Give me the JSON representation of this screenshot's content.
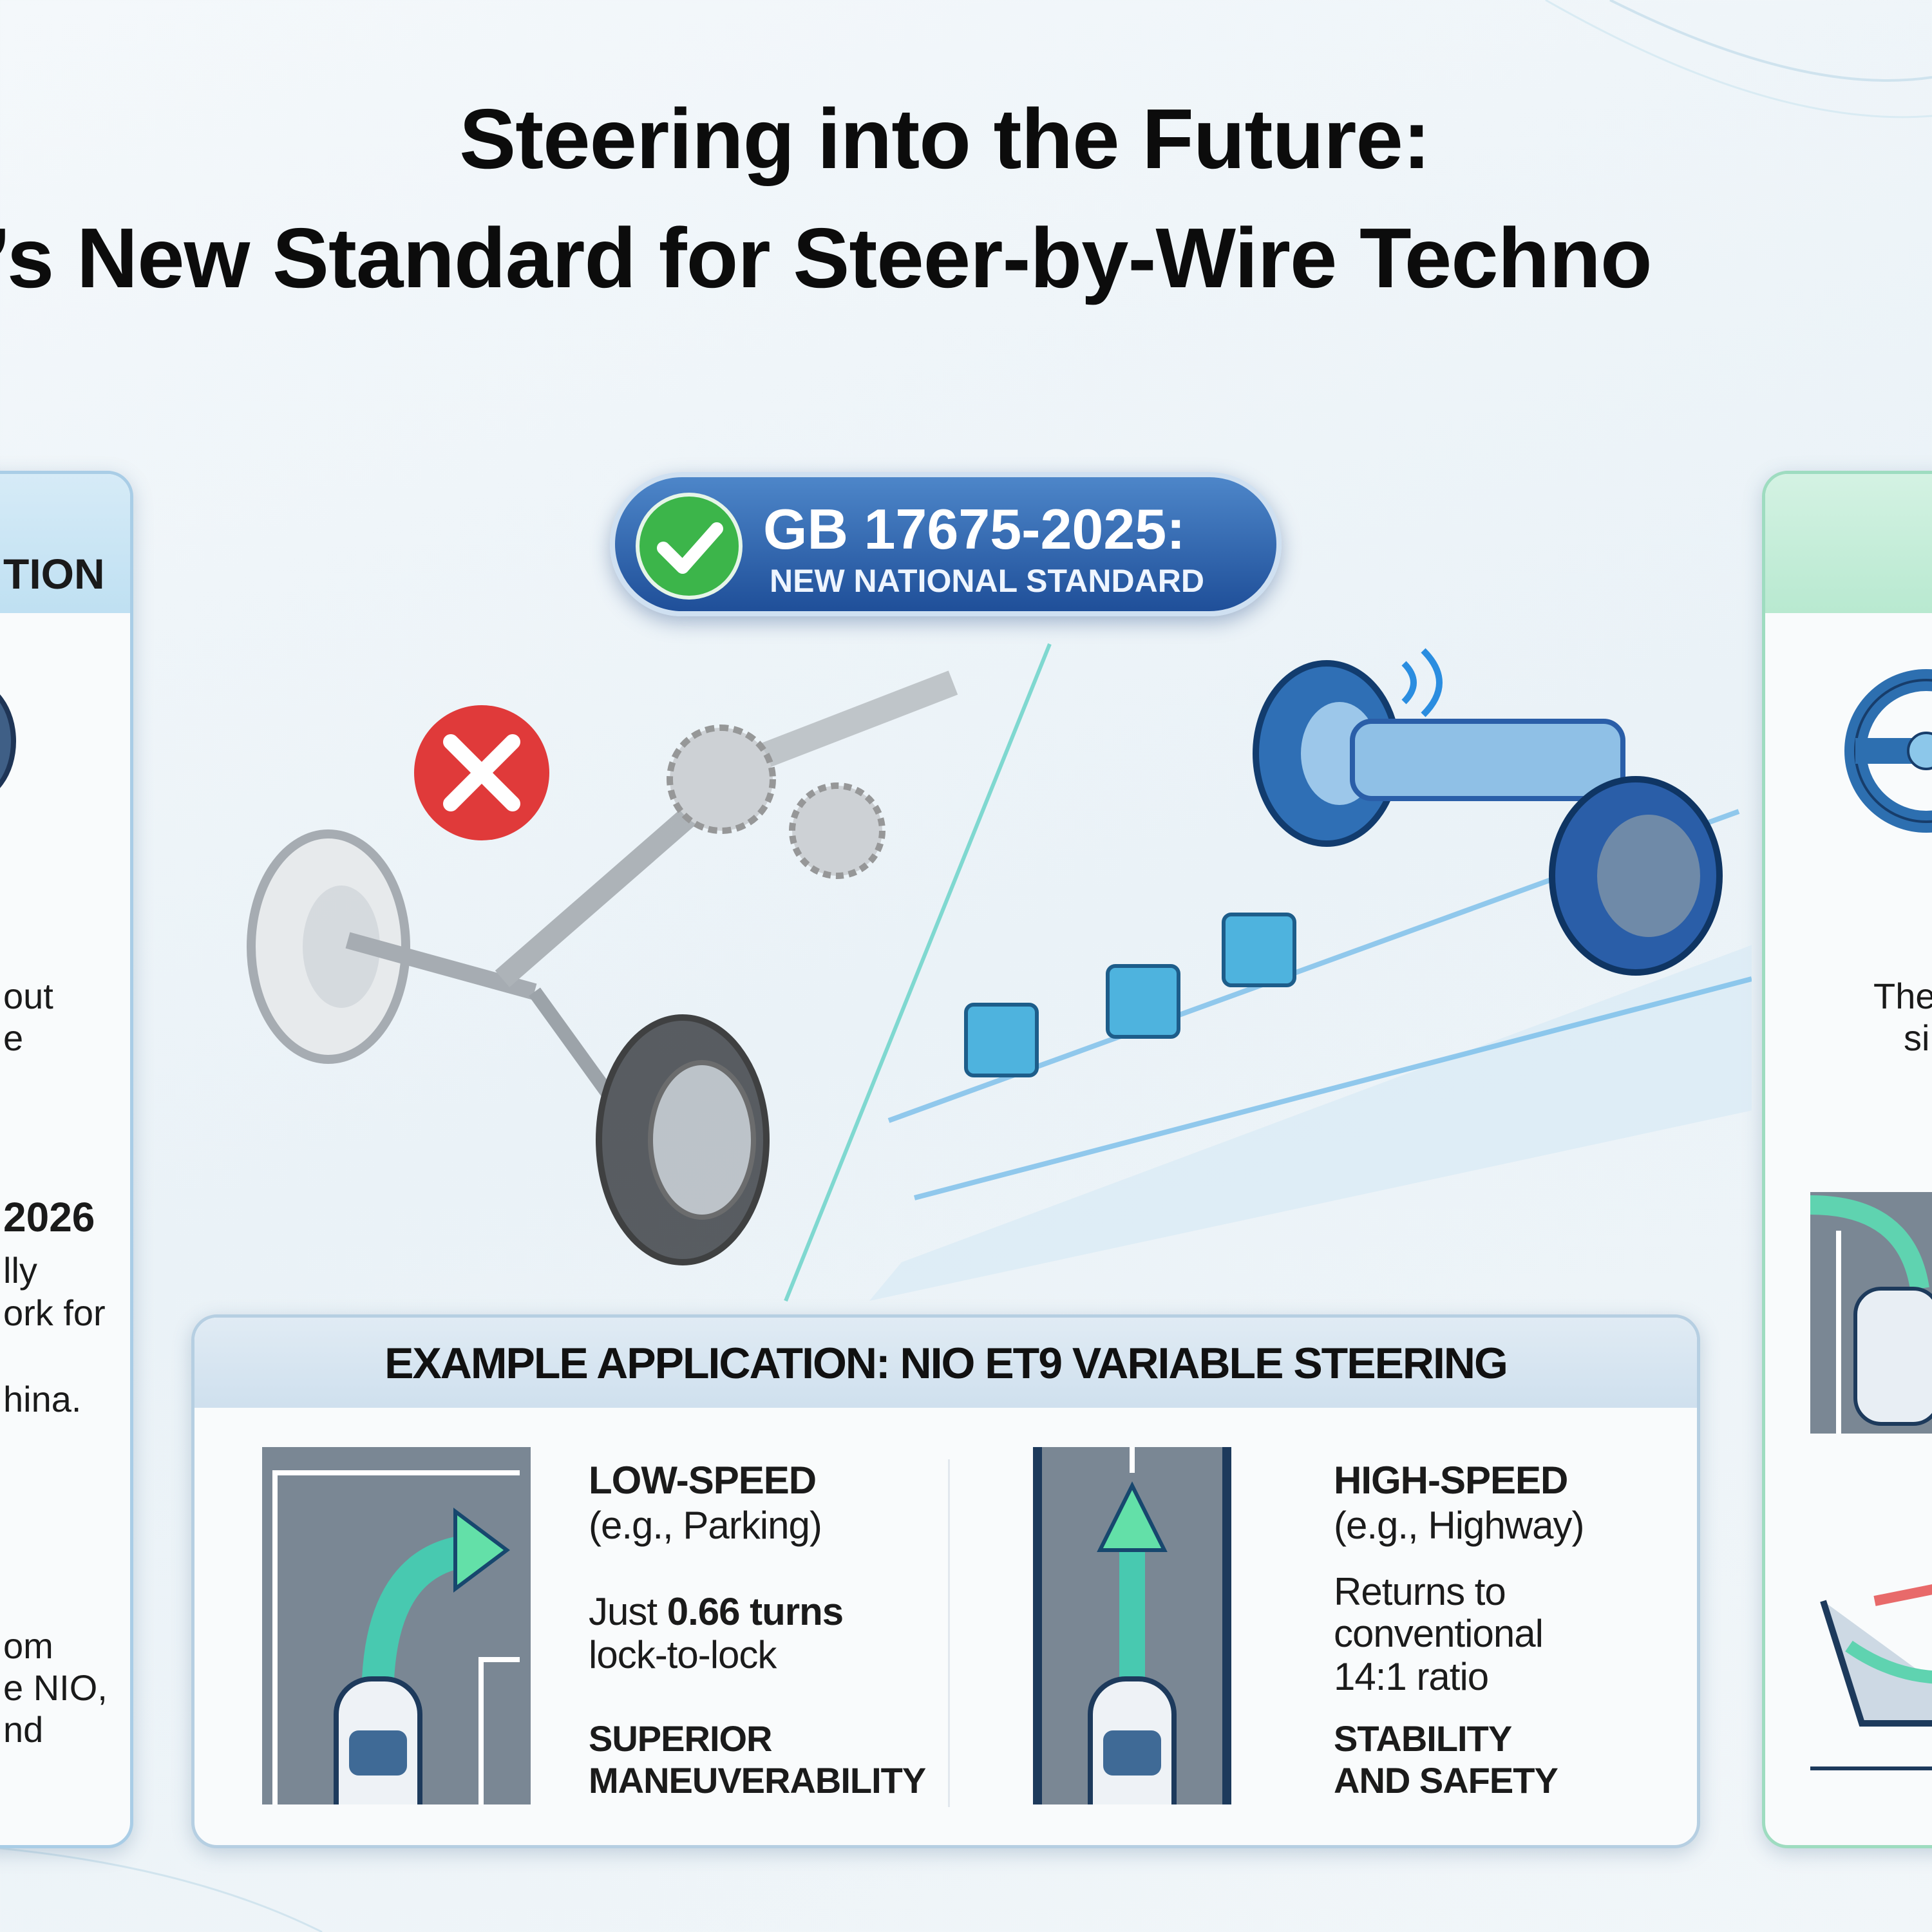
{
  "title": {
    "line1": "Steering into the Future:",
    "line2": "’s New Standard for Steer-by-Wire Techno"
  },
  "left_panel": {
    "header": "TION",
    "text_lines": [
      "out",
      "e",
      "2026",
      "lly",
      "ork for",
      "hina.",
      "om",
      "e NIO,",
      "nd"
    ]
  },
  "badge": {
    "icon": "check-circle-icon",
    "code": "GB 17675-2025:",
    "subtitle": "NEW NATIONAL STANDARD"
  },
  "illustration": {
    "mechanical_status_icon": "x-circle-icon"
  },
  "example": {
    "header": "EXAMPLE APPLICATION: NIO ET9 VARIABLE STEERING",
    "low": {
      "title": "LOW-SPEED",
      "example": "(e.g., Parking)",
      "line1_pre": "Just ",
      "line1_bold": "0.66",
      "line1_post": " turns",
      "line2": "lock-to-lock",
      "benefit1": "SUPERIOR",
      "benefit2": "MANEUVERABILITY"
    },
    "high": {
      "title": "HIGH-SPEED",
      "example": "(e.g., Highway)",
      "line1": "Returns to",
      "line2": "conventional",
      "line3": "14:1 ratio",
      "benefit1": "STABILITY",
      "benefit2": "AND SAFETY"
    }
  },
  "right_panel": {
    "text_lines": [
      "The",
      "si"
    ]
  },
  "colors": {
    "accent_blue": "#2a5ea8",
    "accent_green": "#5fd3a8",
    "error_red": "#e03a3a",
    "check_green": "#3cb54a"
  }
}
